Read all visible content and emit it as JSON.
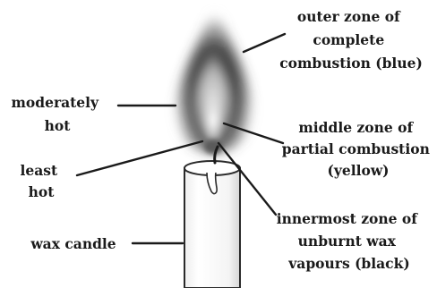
{
  "labels": {
    "outer_zone": [
      "outer zone of",
      "complete",
      "combustion (blue)"
    ],
    "moderately_hot": [
      "moderately",
      "hot"
    ],
    "middle_zone": [
      "middle zone of",
      "partial combustion",
      "(yellow)"
    ],
    "least_hot": [
      "least",
      "hot"
    ],
    "wax_candle": [
      "wax candle"
    ],
    "innermost_zone": [
      "innermost zone of",
      "unburnt wax",
      "vapours (black)"
    ]
  },
  "colors": {
    "ink": "#1a1a1a",
    "flame_outer": "#2b2b2b",
    "flame_middle": "#8a8a8a",
    "candle_body": "#ffffff"
  }
}
